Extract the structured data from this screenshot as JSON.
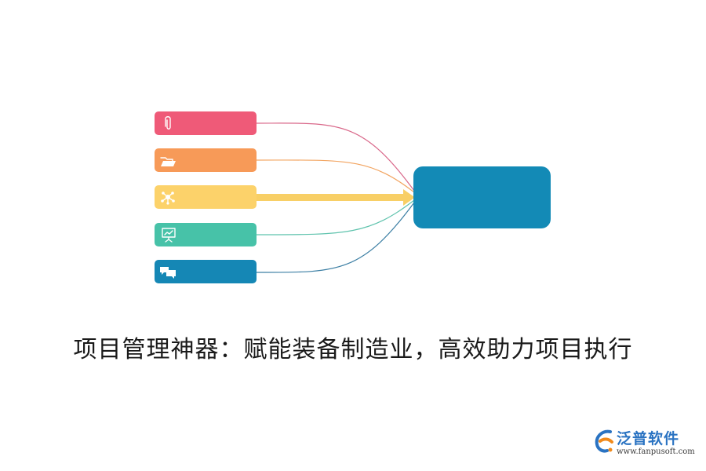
{
  "caption": "项目管理神器：赋能装备制造业，高效助力项目执行",
  "diagram": {
    "left_items": [
      {
        "icon": "paperclip-icon",
        "color": "#ef5a78"
      },
      {
        "icon": "folder-icon",
        "color": "#f79a58"
      },
      {
        "icon": "network-icon",
        "color": "#fcd26a"
      },
      {
        "icon": "presentation-icon",
        "color": "#47c2a8"
      },
      {
        "icon": "chat-icon",
        "color": "#1587b5"
      }
    ],
    "target": {
      "color": "#138ab6"
    },
    "connector_colors": [
      "#d9688a",
      "#f2a460",
      "#f8cf66",
      "#5fc3ad",
      "#3c7fa4"
    ]
  },
  "logo": {
    "name": "泛普软件",
    "url": "www.fanpusoft.com",
    "colors": {
      "mark_blue": "#2a73c2",
      "mark_orange": "#f08a1c"
    }
  }
}
